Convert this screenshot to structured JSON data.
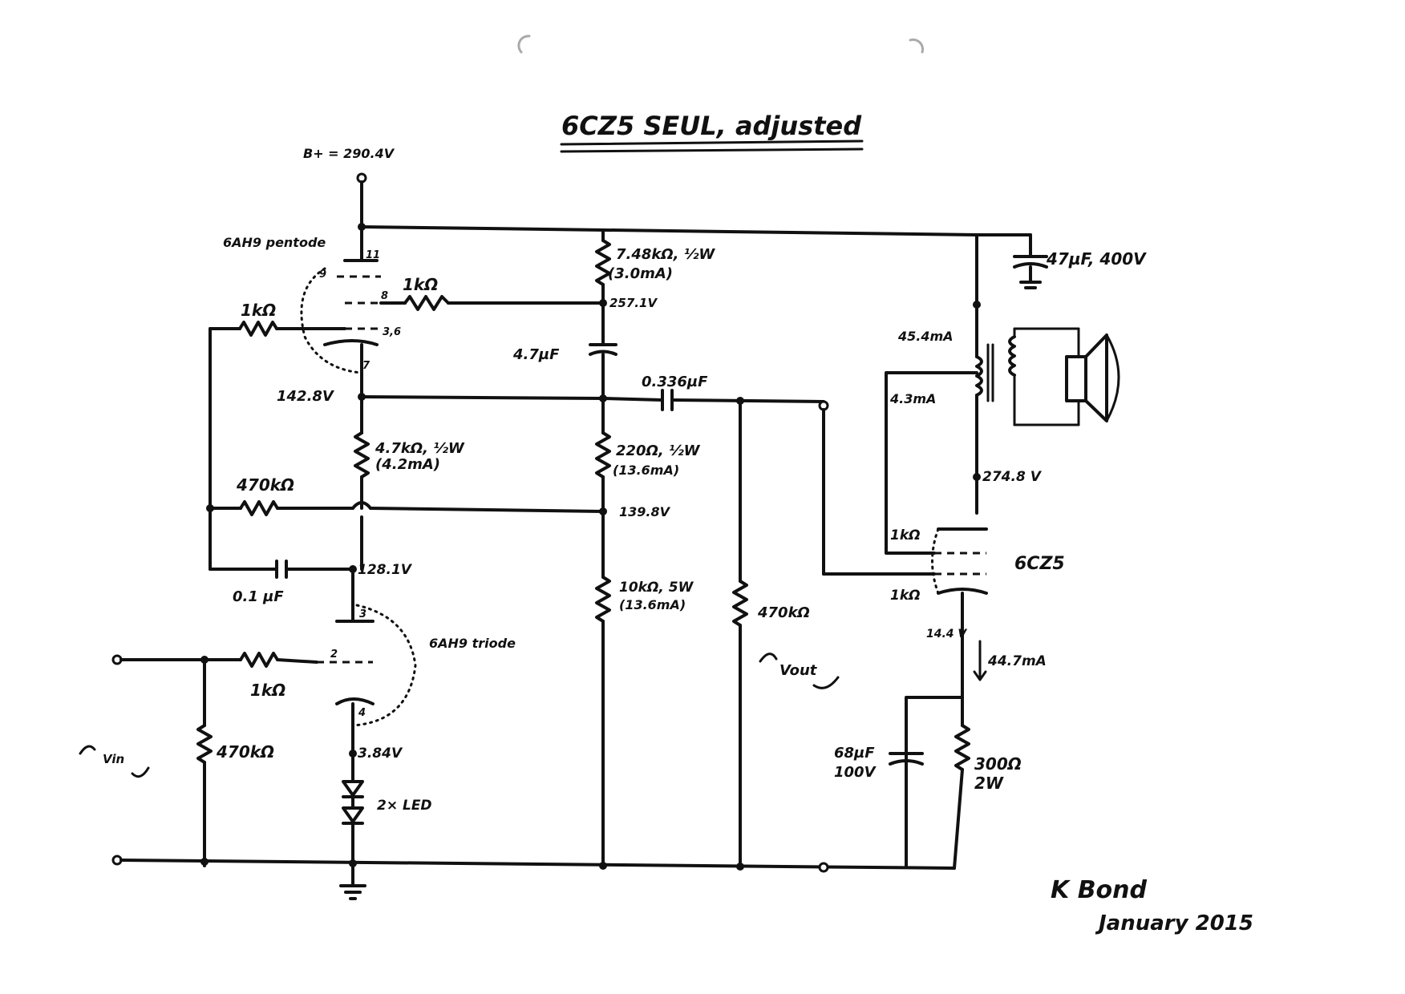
{
  "title": "6CZ5 SEUL, adjusted",
  "supply": "B+ = 290.4V",
  "tubes": {
    "pentode": "6AH9 pentode",
    "triode": "6AH9 triode",
    "output": "6CZ5"
  },
  "pins": {
    "p11": "11",
    "p9": "9",
    "p8": "8",
    "p36": "3,6",
    "p7": "7",
    "p3": "3",
    "p2": "2",
    "p4": "4"
  },
  "components": {
    "r_divider_top": "7.48kΩ, ½W",
    "r_divider_top_current": "(3.0mA)",
    "r_screen": "1kΩ",
    "r_g1_pentode": "1kΩ",
    "c_bypass": "4.7µF",
    "c_coupling": "0.336µF",
    "r_load_pentode": "4.7kΩ, ½W",
    "r_load_pentode_current": "(4.2mA)",
    "r_divider_mid": "220Ω, ½W",
    "r_divider_mid_current": "(13.6mA)",
    "r_feedback": "470kΩ",
    "c_feedback": "0.1 µF",
    "r_divider_bottom": "10kΩ, 5W",
    "r_divider_bottom_current": "(13.6mA)",
    "r_grid_leak": "470kΩ",
    "r_grid_stopper": "1kΩ",
    "r_input": "470kΩ",
    "diodes": "2× LED",
    "c_supply": "47µF, 400V",
    "r_g2_output": "1kΩ",
    "r_g1_output": "1kΩ",
    "c_cathode": "68µF\n100V",
    "r_cathode": "300Ω\n2W"
  },
  "voltages": {
    "v_screen": "257.1V",
    "v_pentode_cathode": "142.8V",
    "v_mid": "139.8V",
    "v_triode_anode": "128.1V",
    "v_triode_cathode": "3.84V",
    "v_output_cathode": "274.8 V",
    "v_cathode_drop": "14.4 V"
  },
  "currents": {
    "i_primary": "45.4mA",
    "i_screen": "4.3mA",
    "i_cathode": "44.7mA"
  },
  "signals": {
    "vin": "Vin",
    "vout": "Vout"
  },
  "signature": {
    "name": "K Bond",
    "date": "January 2015"
  },
  "colors": {
    "ink": "#111111",
    "paper": "#ffffff"
  }
}
